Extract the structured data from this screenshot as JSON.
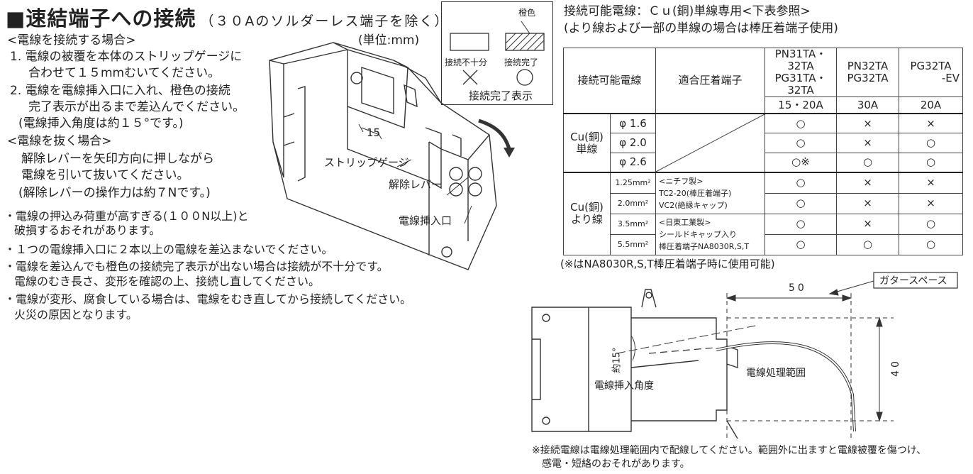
{
  "title": {
    "main": "■速結端子への接続",
    "sub": "（３０Aのソルダーレス端子を除く）"
  },
  "unit_label": "(単位:mm)",
  "left_instructions": {
    "connect_heading": "<電線を接続する場合>",
    "step1_line1": "1. 電線の被覆を本体のストリップゲージに",
    "step1_line2": "合わせて１５mmむいてください。",
    "step2_line1": "2. 電線を電線挿入口に入れ、橙色の接続",
    "step2_line2": "完了表示が出るまで差込んでください。",
    "step2_line3": "(電線挿入角度は約１５°です。)",
    "remove_heading": "<電線を抜く場合>",
    "remove_line1": "解除レバーを矢印方向に押しながら",
    "remove_line2": "電線を引いて抜いてください。",
    "remove_line3": "(解除レバーの操作力は約７Nです。)"
  },
  "warnings": [
    {
      "line1": "・電線の押込み荷重が高すぎる(１００N以上)と",
      "line2": "破損するおそれがあります。"
    },
    {
      "line1": "・１つの電線挿入口に２本以上の電線を差込まないでください。",
      "line2": ""
    },
    {
      "line1": "・電線を差込んでも橙色の接続完了表示が出ない場合は接続が不十分です。",
      "line2": "電線のむき長さ、変形を確認の上、接続し直してください。"
    },
    {
      "line1": "・電線が変形、腐食している場合は、電線をむき直してから接続してください。",
      "line2": "火災の原因となります。"
    }
  ],
  "breaker_labels": {
    "strip_gauge": "ストリップゲージ",
    "release_lever": "解除レバー",
    "wire_inlet": "電線挿入口",
    "dim_15": "15"
  },
  "legend": {
    "orange": "橙色",
    "not_enough": "接続不十分",
    "complete": "接続完了",
    "complete_indicator": "接続完了表示"
  },
  "right_header": {
    "line1": "接続可能電線：Ｃｕ(銅)単線専用<下表参照>",
    "line2": "(より線および一部の単線の場合は棒圧着端子使用)"
  },
  "table": {
    "h_wire": "接続可能電線",
    "h_terminal": "適合圧着端子",
    "h_col1": [
      "PN31TA・32TA",
      "PG31TA・32TA"
    ],
    "h_col2": [
      "PN32TA",
      "PG32TA"
    ],
    "h_col3": [
      "PG32TA",
      "-EV"
    ],
    "amp1": "15・20A",
    "amp2": "30A",
    "amp3": "20A",
    "solid_group": [
      "Cu(銅)",
      "単線"
    ],
    "solid_rows": [
      {
        "size": "φ 1.6",
        "v1": "○",
        "v2": "×",
        "v3": "×"
      },
      {
        "size": "φ 2.0",
        "v1": "○",
        "v2": "×",
        "v3": "○"
      },
      {
        "size": "φ 2.6",
        "v1": "○※",
        "v2": "○",
        "v3": "○"
      }
    ],
    "stranded_group": [
      "Cu(銅)",
      "より線"
    ],
    "stranded_rows": [
      {
        "size": "1.25mm²",
        "v1": "○",
        "v2": "×",
        "v3": "×"
      },
      {
        "size": "2.0mm²",
        "v1": "○",
        "v2": "×",
        "v3": "×"
      },
      {
        "size": "3.5mm²",
        "v1": "○",
        "v2": "×",
        "v3": "○"
      },
      {
        "size": "5.5mm²",
        "v1": "○",
        "v2": "○",
        "v3": "○"
      }
    ],
    "nichifu": [
      "<ニチフ製>",
      "TC2-20(棒圧着端子)",
      "VC2(絶縁キャップ)"
    ],
    "nitto": [
      "<日東工業製>",
      "シールドキャップ入り",
      "棒圧着端子NA8030R,S,T"
    ]
  },
  "table_note": "(※はNA8030R,S,T棒圧着端子時に使用可能)",
  "diagram": {
    "gutter_space": "ガタースペース",
    "dim_50": "50",
    "dim_40": "40",
    "angle": "約15°",
    "insert_angle": "電線挿入角度",
    "wiring_range": "電線処理範囲"
  },
  "bottom_note": {
    "line1": "※接続電線は電線処理範囲内で配線してください。範囲外に出ますと電線被覆を傷つけ、",
    "line2": "感電・短絡のおそれがあります。"
  },
  "colors": {
    "text": "#222222",
    "line": "#333333"
  }
}
